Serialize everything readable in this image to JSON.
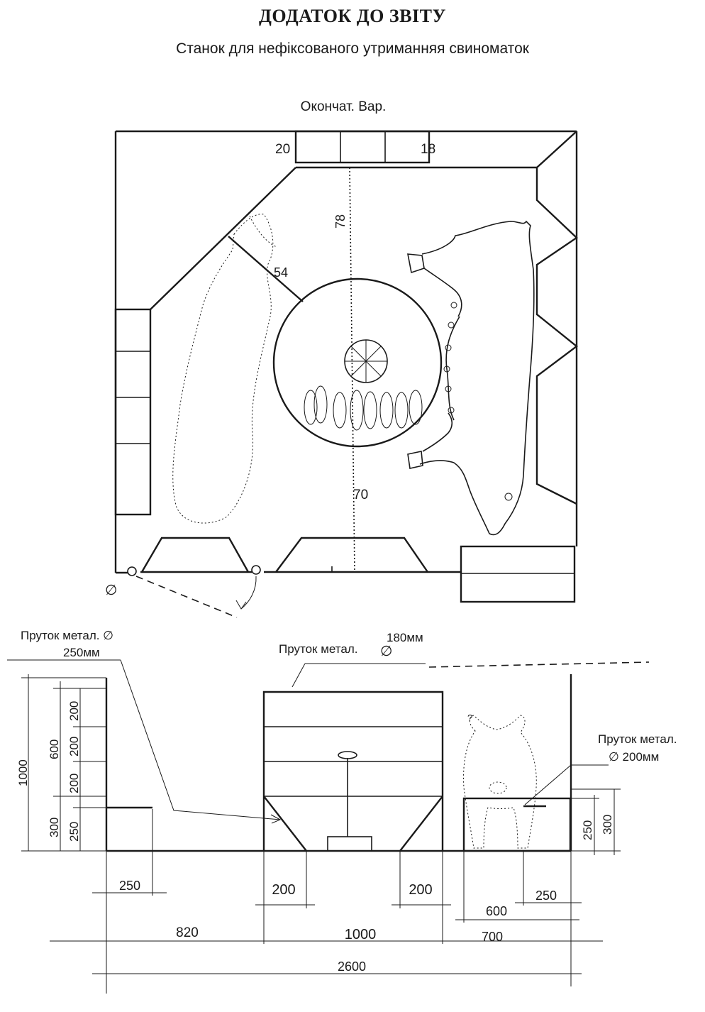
{
  "header": {
    "title": "ДОДАТОК ДО ЗВІТУ",
    "subtitle": "Станок для нефіксованого утриманняя свиноматок"
  },
  "plan": {
    "variant_label": "Окончат. Вар.",
    "dim_top_left": "20",
    "dim_top_right": "18",
    "dim_vertical": "78",
    "dim_diagonal": "54",
    "dim_lower": "70",
    "diameter_symbol": "∅"
  },
  "section": {
    "rod_left_line1": "Пруток метал. ∅",
    "rod_left_line2": "250мм",
    "rod_mid_label": "Пруток метал.",
    "rod_mid_diam": "∅",
    "rod_mid_size": "180мм",
    "rod_right_line1": "Пруток метал.",
    "rod_right_line2": "∅ 200мм",
    "question_mark": "?"
  },
  "dimensions": {
    "left": {
      "total": "1000",
      "upper": "600",
      "seg1": "200",
      "seg2": "200",
      "seg3": "200",
      "lower": "300",
      "lower_inner": "250"
    },
    "right": {
      "outer": "300",
      "inner": "250"
    },
    "bottom": {
      "a": "250",
      "b": "200",
      "c": "200",
      "d": "250",
      "e": "600",
      "f": "820",
      "g": "1000",
      "h": "700",
      "total": "2600"
    }
  }
}
